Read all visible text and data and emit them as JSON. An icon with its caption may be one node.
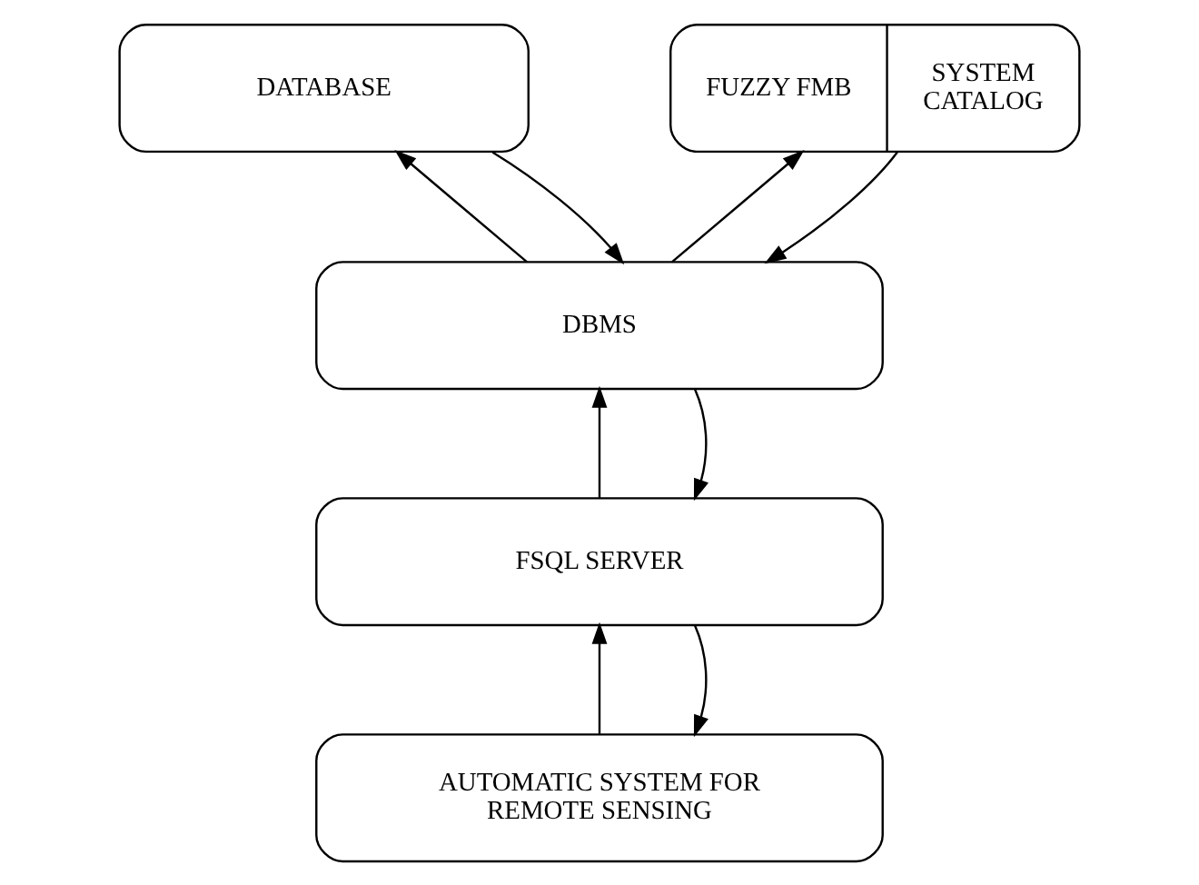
{
  "diagram": {
    "nodes": [
      {
        "text": [
          "DATABASE"
        ]
      },
      {
        "text": [
          "FUZZY FMB",
          "SYSTEM CATALOG"
        ]
      },
      {
        "text": [
          "DBMS"
        ]
      },
      {
        "text": [
          "FSQL SERVER"
        ]
      },
      {
        "text": [
          "AUTOMATIC SYSTEM FOR REMOTE SENSING"
        ]
      }
    ],
    "edges": [
      {
        "from": 2,
        "to": 0,
        "arrow": "to"
      },
      {
        "from": 0,
        "to": 2,
        "arrow": "to"
      },
      {
        "from": 2,
        "to": 1,
        "arrow": "to"
      },
      {
        "from": 1,
        "to": 2,
        "arrow": "to"
      },
      {
        "from": 3,
        "to": 2,
        "arrow": "to"
      },
      {
        "from": 2,
        "to": 3,
        "arrow": "to"
      },
      {
        "from": 4,
        "to": 3,
        "arrow": "to"
      },
      {
        "from": 3,
        "to": 4,
        "arrow": "to"
      }
    ]
  }
}
